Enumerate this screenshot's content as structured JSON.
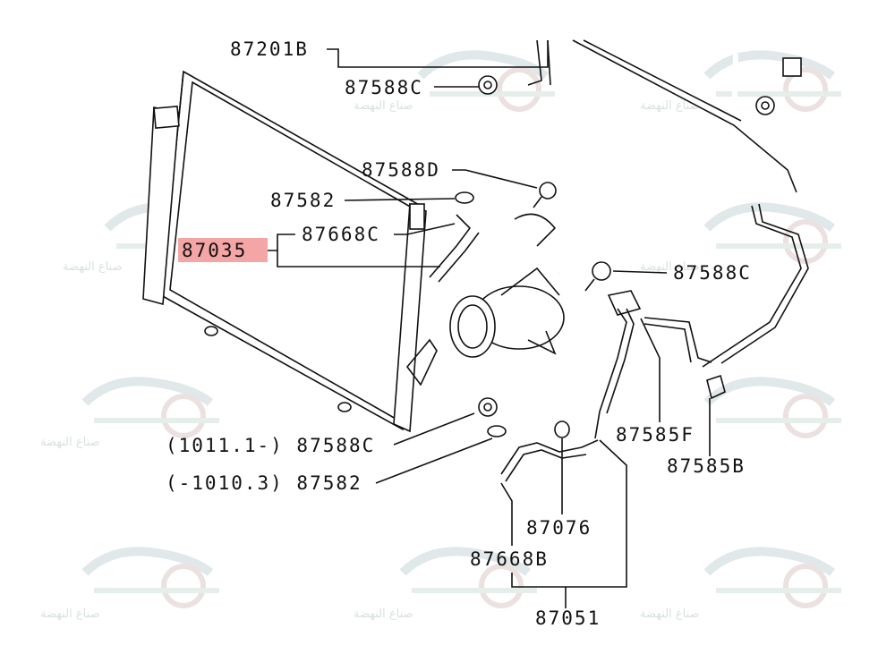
{
  "diagram": {
    "highlight_color": "#f4a6a6",
    "callouts": [
      {
        "id": "c1",
        "text": "87201B"
      },
      {
        "id": "c2",
        "text": "87588C"
      },
      {
        "id": "c3",
        "text": "87588D"
      },
      {
        "id": "c4",
        "text": "87582"
      },
      {
        "id": "c5",
        "text": "87668C"
      },
      {
        "id": "c6",
        "text": "87035",
        "highlighted": true
      },
      {
        "id": "c7",
        "text": "87588C"
      },
      {
        "id": "c8",
        "text": "(1011.1-) 87588C"
      },
      {
        "id": "c9",
        "text": "(-1010.3) 87582"
      },
      {
        "id": "c10",
        "text": "87585F"
      },
      {
        "id": "c11",
        "text": "87585B"
      },
      {
        "id": "c12",
        "text": "87076"
      },
      {
        "id": "c13",
        "text": "87668B"
      },
      {
        "id": "c14",
        "text": "87051"
      }
    ],
    "watermark": {
      "text": "صناع النهضة",
      "icon": "car-gear-logo-icon",
      "color": "#b9c7c9"
    }
  }
}
